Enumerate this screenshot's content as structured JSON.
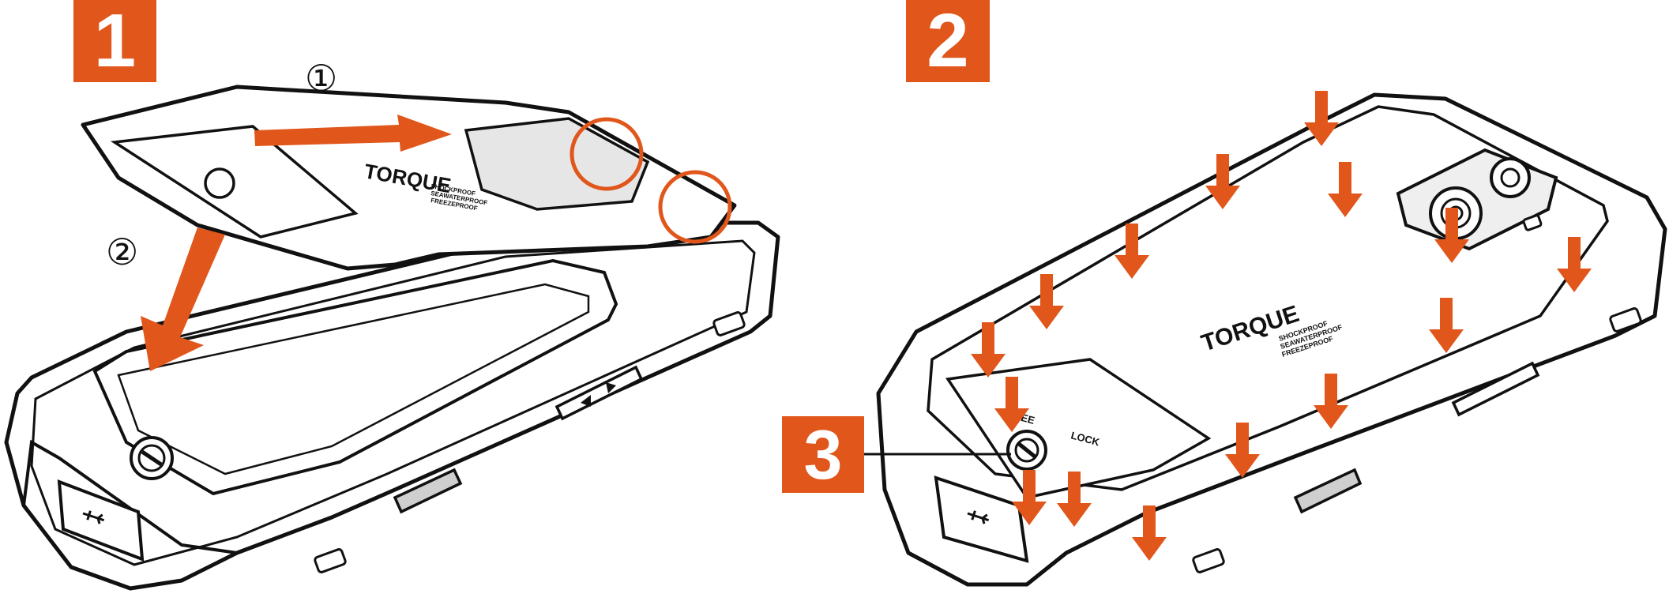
{
  "steps": {
    "step1": "1",
    "step2": "2",
    "step3": "3"
  },
  "callouts": {
    "c1": "①",
    "c2": "②"
  },
  "cover": {
    "brand": "TORQUE",
    "features": [
      "SHOCKPROOF",
      "SEAWATERPROOF",
      "FREEZEPROOF"
    ],
    "free_label": "FREE",
    "lock_label": "LOCK"
  },
  "colors": {
    "accent": "#e0561b",
    "line": "#111111",
    "fill": "#ffffff",
    "shade": "#d9d9d9"
  },
  "icons": [
    "usb-icon",
    "arrow-left-icon",
    "arrow-right-icon",
    "camera-lens-icon",
    "flash-icon",
    "screw-lock-icon"
  ]
}
